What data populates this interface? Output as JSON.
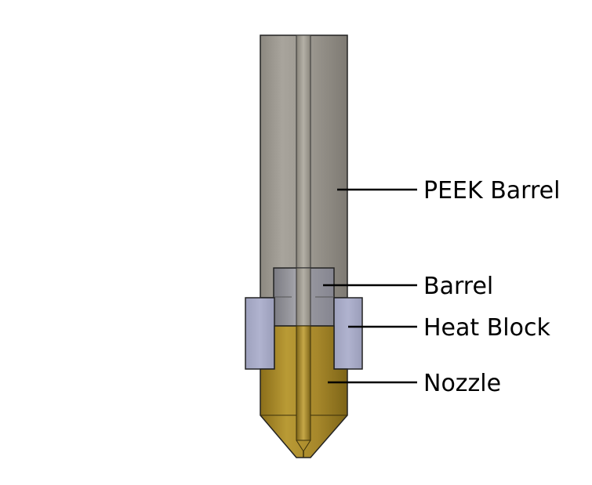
{
  "labels": {
    "peek_barrel": "PEEK Barrel",
    "barrel": "Barrel",
    "heat_block": "Heat Block",
    "nozzle": "Nozzle"
  },
  "colors": {
    "peek_barrel": "#9c9890",
    "barrel_steel": "#8e8e94",
    "heat_block": "#a7aac6",
    "nozzle_brass": "#a9892a",
    "outline": "#222222",
    "leader_line": "#000000"
  }
}
